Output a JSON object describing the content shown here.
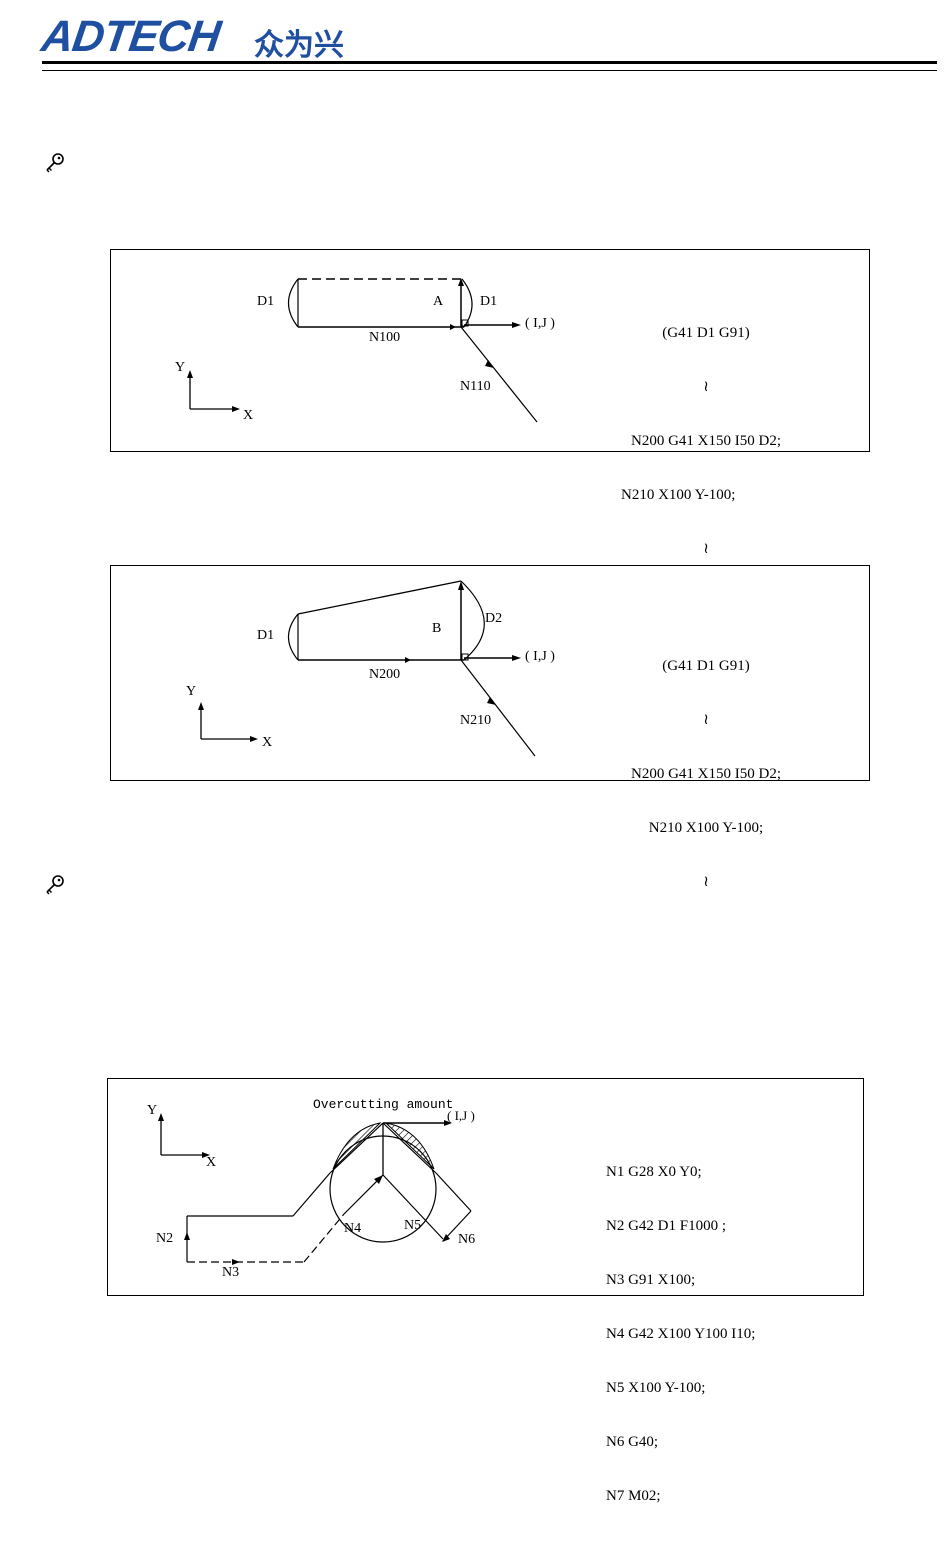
{
  "header": {
    "logo_en": "ADTECH",
    "logo_cn": "众为兴",
    "brand_color": "#1f4fa0"
  },
  "icons": [
    "key-icon",
    "key-icon"
  ],
  "figure1": {
    "labels": {
      "d1_left": "D1",
      "a": "A",
      "d1_right": "D1",
      "ij": "( I,J )",
      "n100": "N100",
      "n110": "N110",
      "y": "Y",
      "x": "X"
    },
    "code": [
      "(G41 D1 G91)",
      "≀",
      "N200 G41 X150 I50 D2;",
      "N210 X100 Y-100;",
      "≀"
    ]
  },
  "figure2": {
    "labels": {
      "d1_left": "D1",
      "b": "B",
      "d2": "D2",
      "ij": "( I,J )",
      "n200": "N200",
      "n210": "N210",
      "y": "Y",
      "x": "X"
    },
    "code": [
      "(G41 D1 G91)",
      "≀",
      "N200 G41 X150 I50 D2;",
      "N210 X100 Y-100;",
      "≀"
    ]
  },
  "figure3": {
    "labels": {
      "overcut": "Overcutting amount",
      "ij": "( I,J )",
      "y": "Y",
      "x": "X",
      "n2": "N2",
      "n3": "N3",
      "n4": "N4",
      "n5": "N5",
      "n6": "N6"
    },
    "code": [
      "N1 G28 X0 Y0;",
      "N2 G42 D1 F1000 ;",
      "N3 G91 X100;",
      "N4 G42 X100 Y100 I10;",
      "N5 X100 Y-100;",
      "N6 G40;",
      "N7 M02;"
    ]
  }
}
